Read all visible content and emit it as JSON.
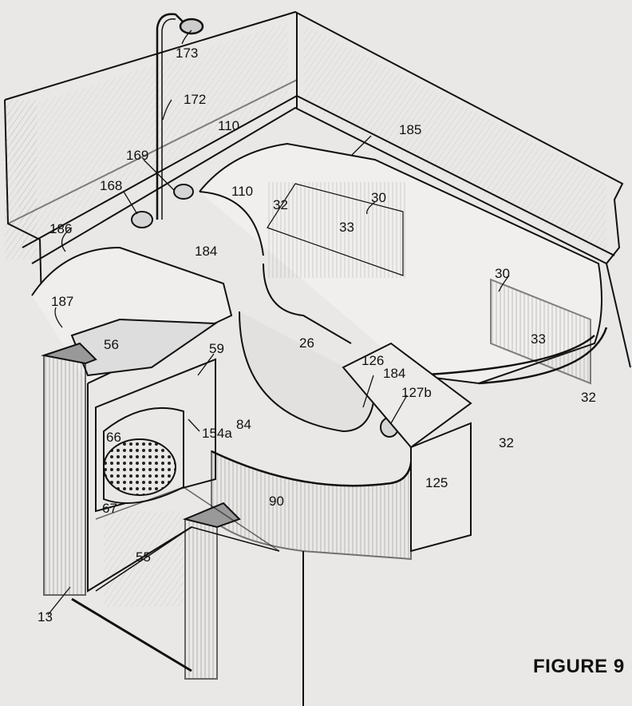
{
  "figure": {
    "caption": "FIGURE 9",
    "callouts": [
      {
        "id": "173",
        "text": "173"
      },
      {
        "id": "172",
        "text": "172"
      },
      {
        "id": "110-top",
        "text": "110"
      },
      {
        "id": "185",
        "text": "185"
      },
      {
        "id": "169",
        "text": "169"
      },
      {
        "id": "168",
        "text": "168"
      },
      {
        "id": "110-mid",
        "text": "110"
      },
      {
        "id": "32-top",
        "text": "32"
      },
      {
        "id": "30-top",
        "text": "30"
      },
      {
        "id": "33-top",
        "text": "33"
      },
      {
        "id": "186",
        "text": "186"
      },
      {
        "id": "184-top",
        "text": "184"
      },
      {
        "id": "30-right",
        "text": "30"
      },
      {
        "id": "187",
        "text": "187"
      },
      {
        "id": "33-right",
        "text": "33"
      },
      {
        "id": "56",
        "text": "56"
      },
      {
        "id": "26",
        "text": "26"
      },
      {
        "id": "59",
        "text": "59"
      },
      {
        "id": "126",
        "text": "126"
      },
      {
        "id": "184-mid",
        "text": "184"
      },
      {
        "id": "127b",
        "text": "127b"
      },
      {
        "id": "32-right",
        "text": "32"
      },
      {
        "id": "66",
        "text": "66"
      },
      {
        "id": "154a",
        "text": "154a"
      },
      {
        "id": "84",
        "text": "84"
      },
      {
        "id": "32-lower",
        "text": "32"
      },
      {
        "id": "125",
        "text": "125"
      },
      {
        "id": "67",
        "text": "67"
      },
      {
        "id": "90",
        "text": "90"
      },
      {
        "id": "55",
        "text": "55"
      },
      {
        "id": "13",
        "text": "13"
      }
    ]
  }
}
